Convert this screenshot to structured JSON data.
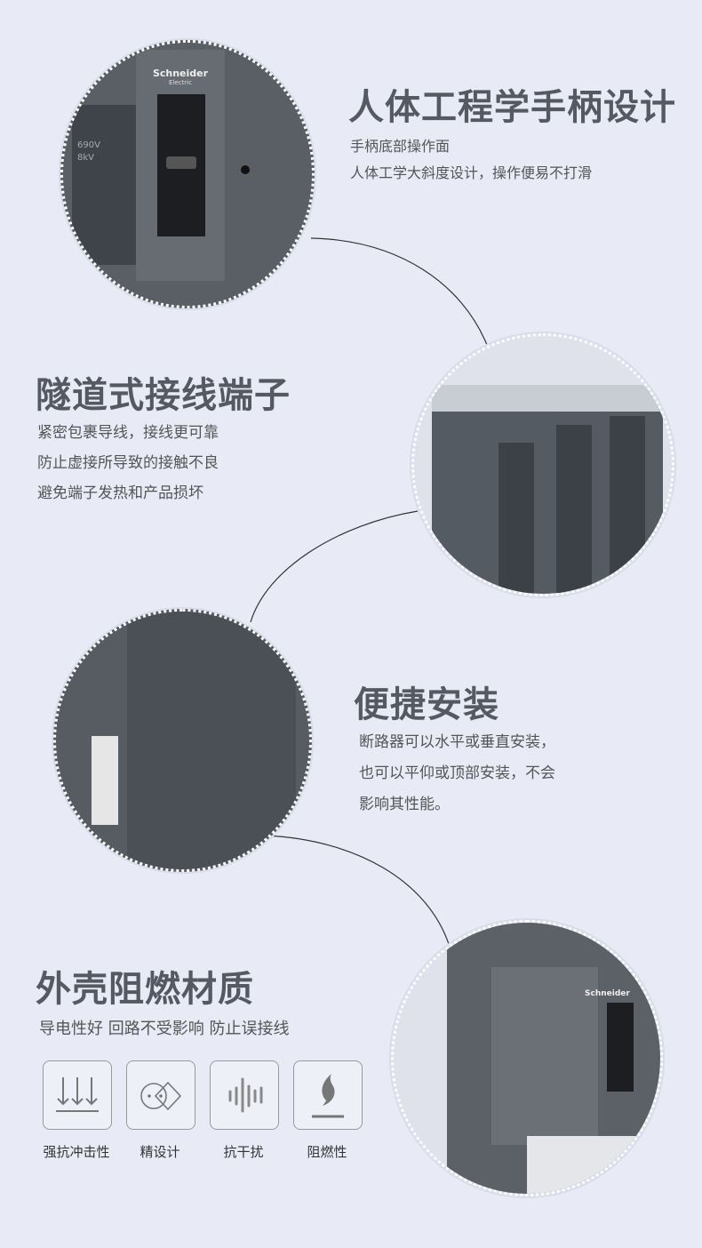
{
  "section1": {
    "title": "人体工程学手柄设计",
    "lines": [
      "手柄底部操作面",
      "人体工学大斜度设计，操作便易不打滑"
    ],
    "brand": "Schneider",
    "brand_sub": "Electric",
    "label_v": "690V",
    "label_kv": "8kV"
  },
  "section2": {
    "title": "隧道式接线端子",
    "lines": [
      "紧密包裹导线，接线更可靠",
      "防止虚接所导致的接触不良",
      "避免端子发热和产品损坏"
    ]
  },
  "section3": {
    "title": "便捷安装",
    "lines": [
      "断路器可以水平或垂直安装，",
      "也可以平仰或顶部安装，不会",
      "影响其性能。"
    ]
  },
  "section4": {
    "title": "外壳阻燃材质",
    "subtitle": "导电性好 回路不受影响 防止误接线",
    "brand": "Schneider",
    "features": [
      {
        "icon": "impact-arrows-icon",
        "label": "强抗冲击性"
      },
      {
        "icon": "precision-design-icon",
        "label": "精设计"
      },
      {
        "icon": "waveform-icon",
        "label": "抗干扰"
      },
      {
        "icon": "flame-icon",
        "label": "阻燃性"
      }
    ]
  }
}
